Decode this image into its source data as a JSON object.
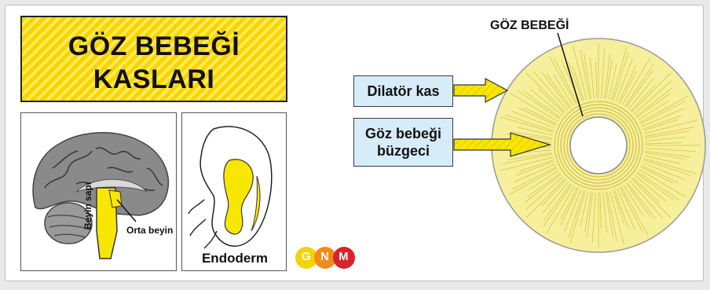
{
  "title": {
    "line1": "GÖZ BEBEĞİ",
    "line2": "KASLARI"
  },
  "brain_panel": {
    "beyin_sapi_label": "Beyin sapı",
    "orta_beyin_label": "Orta beyin"
  },
  "embryo_panel": {
    "endoderm_label": "Endoderm"
  },
  "logo": {
    "letters": [
      "G",
      "N",
      "M"
    ],
    "colors": [
      "#f5d300",
      "#f28a1e",
      "#d8232a"
    ]
  },
  "eye_diagram": {
    "pupil_label": "GÖZ BEBEĞİ",
    "dilator_label": "Dilatör kas",
    "sphincter_label_line1": "Göz bebeği",
    "sphincter_label_line2": "büzgeci"
  },
  "colors": {
    "highlight_yellow": "#f7e600",
    "iris_fill": "#f6ef9c",
    "label_box_blue": "#d6ecf8"
  }
}
